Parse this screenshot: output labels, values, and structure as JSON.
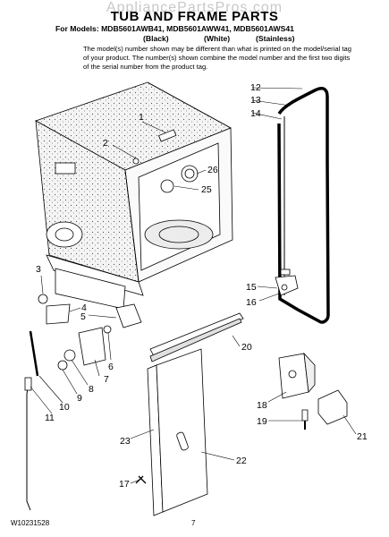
{
  "watermark": "AppliancePartsPros.com",
  "title": "TUB AND FRAME PARTS",
  "models_line": "For Models: MDB5601AWB41, MDB5601AWW41, MDB5601AWS41",
  "variants": [
    "(Black)",
    "(White)",
    "(Stainless)"
  ],
  "note": "The model(s) number shown may be different than what is printed on the model/serial tag of your product. The number(s) shown combine the model number and the first two digits of the serial number from the product tag.",
  "callouts": [
    "1",
    "2",
    "3",
    "4",
    "5",
    "6",
    "7",
    "8",
    "9",
    "10",
    "11",
    "12",
    "13",
    "14",
    "15",
    "16",
    "17",
    "18",
    "19",
    "20",
    "21",
    "22",
    "23",
    "25",
    "26"
  ],
  "footer": {
    "doc_number": "W10231528",
    "page": "7"
  },
  "colors": {
    "line": "#000000",
    "speckle_fill": "#f2f2f2",
    "part_fill": "#ffffff"
  }
}
